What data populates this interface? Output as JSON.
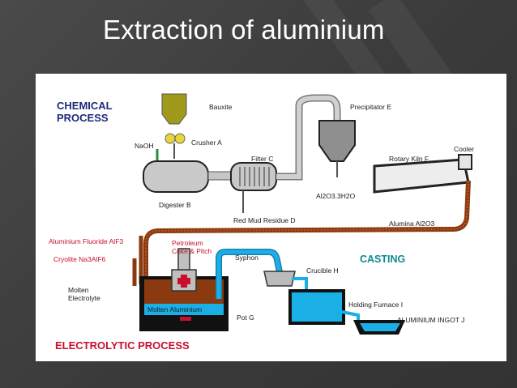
{
  "slide": {
    "title": "Extraction of aluminium"
  },
  "diagram": {
    "chemical_process": "CHEMICAL\nPROCESS",
    "electrolytic_process": "ELECTROLYTIC PROCESS",
    "casting": "CASTING",
    "labels": {
      "bauxite": "Bauxite",
      "crusher": "Crusher A",
      "naoh": "NaOH",
      "digester": "Digester B",
      "filter": "Filter C",
      "red_mud": "Red Mud Residue D",
      "precipitator": "Precipitator E",
      "al2o3_3h2o": "Al2O3.3H2O",
      "rotary_kiln": "Rotary Kiln F",
      "cooler": "Cooler",
      "alumina": "Alumina Al2O3",
      "aluminium_fluoride": "Aluminium Fluoride AlF3",
      "cryolite": "Cryolite Na3AlF6",
      "molten_electrolyte": "Molten\nElectrolyte",
      "petroleum_coke": "Petroleum\nCoke & Pitch",
      "syphon": "Syphon",
      "crucible": "Crucible H",
      "molten_aluminium": "Molten Aluminium",
      "pot": "Pot G",
      "holding_furnace": "Holding Furnace I",
      "ingot": "ALUMINIUM INGOT J"
    },
    "colors": {
      "navy": "#1f2a7a",
      "red": "#c8102e",
      "teal": "#0f8a8f",
      "olive": "#a09a1c",
      "pipe_grey": "#c6c6c6",
      "brown": "#8b3a0f",
      "water_blue": "#1ab0e6"
    }
  }
}
